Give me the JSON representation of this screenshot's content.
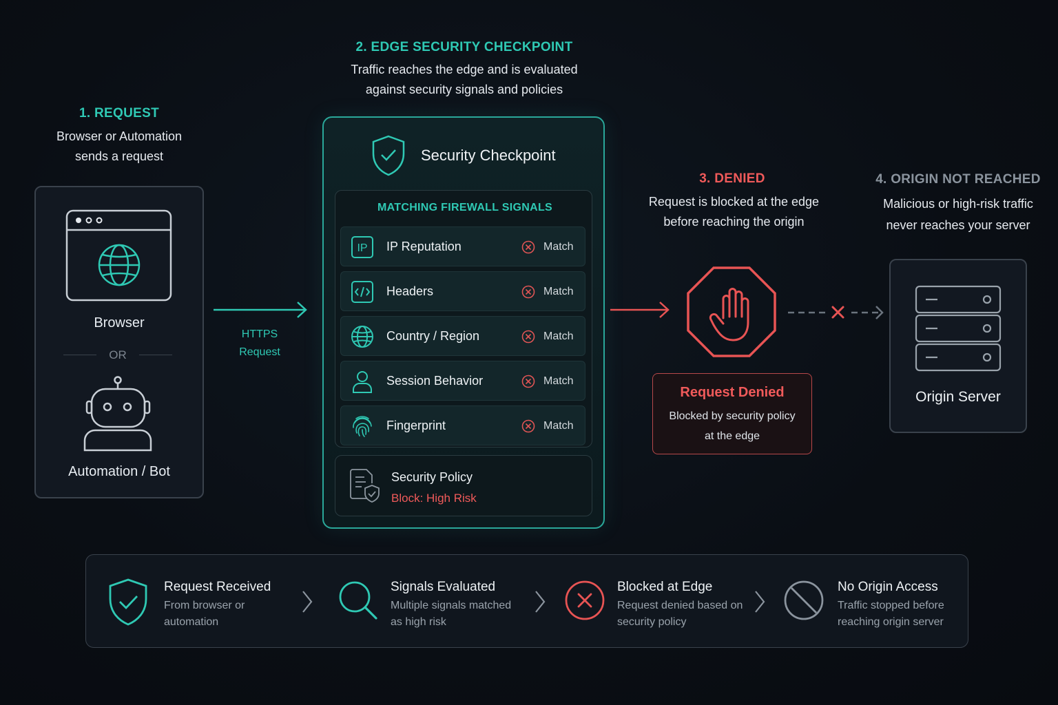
{
  "step1": {
    "title": "1. REQUEST",
    "desc_line1": "Browser or Automation",
    "desc_line2": "sends a request"
  },
  "step2": {
    "title": "2. EDGE SECURITY CHECKPOINT",
    "desc_line1": "Traffic reaches the edge and is evaluated",
    "desc_line2": "against security signals and policies"
  },
  "step3": {
    "title": "3. DENIED",
    "desc_line1": "Request is blocked at the edge",
    "desc_line2": "before reaching the origin"
  },
  "step4": {
    "title": "4. ORIGIN NOT REACHED",
    "desc_line1": "Malicious or high-risk traffic",
    "desc_line2": "never reaches your server"
  },
  "client": {
    "browser_label": "Browser",
    "or_label": "OR",
    "bot_label": "Automation / Bot"
  },
  "connector": {
    "protocol": "HTTPS",
    "request": "Request"
  },
  "checkpoint": {
    "title": "Security Checkpoint",
    "signals_heading": "MATCHING FIREWALL SIGNALS",
    "signals": [
      {
        "icon": "ip-icon",
        "icon_text": "IP",
        "label": "IP Reputation",
        "status": "Match"
      },
      {
        "icon": "code-icon",
        "label": "Headers",
        "status": "Match"
      },
      {
        "icon": "globe-icon",
        "label": "Country / Region",
        "status": "Match"
      },
      {
        "icon": "user-icon",
        "label": "Session Behavior",
        "status": "Match"
      },
      {
        "icon": "fingerprint-icon",
        "label": "Fingerprint",
        "status": "Match"
      }
    ],
    "policy_title": "Security Policy",
    "policy_value": "Block: High Risk"
  },
  "denied": {
    "title": "Request Denied",
    "desc_line1": "Blocked by security policy",
    "desc_line2": "at the edge"
  },
  "origin": {
    "label": "Origin Server"
  },
  "summary": [
    {
      "icon": "shield-check-icon",
      "title": "Request Received",
      "desc_line1": "From browser or",
      "desc_line2": "automation"
    },
    {
      "icon": "magnifier-icon",
      "title": "Signals Evaluated",
      "desc_line1": "Multiple signals matched",
      "desc_line2": "as high risk"
    },
    {
      "icon": "x-circle-icon",
      "title": "Blocked at Edge",
      "desc_line1": "Request denied based on",
      "desc_line2": "security policy"
    },
    {
      "icon": "no-entry-icon",
      "title": "No Origin Access",
      "desc_line1": "Traffic stopped before",
      "desc_line2": "reaching origin server"
    }
  ],
  "colors": {
    "accent": "#2fc9b4",
    "danger": "#f05a5a",
    "muted": "#8b949e"
  }
}
